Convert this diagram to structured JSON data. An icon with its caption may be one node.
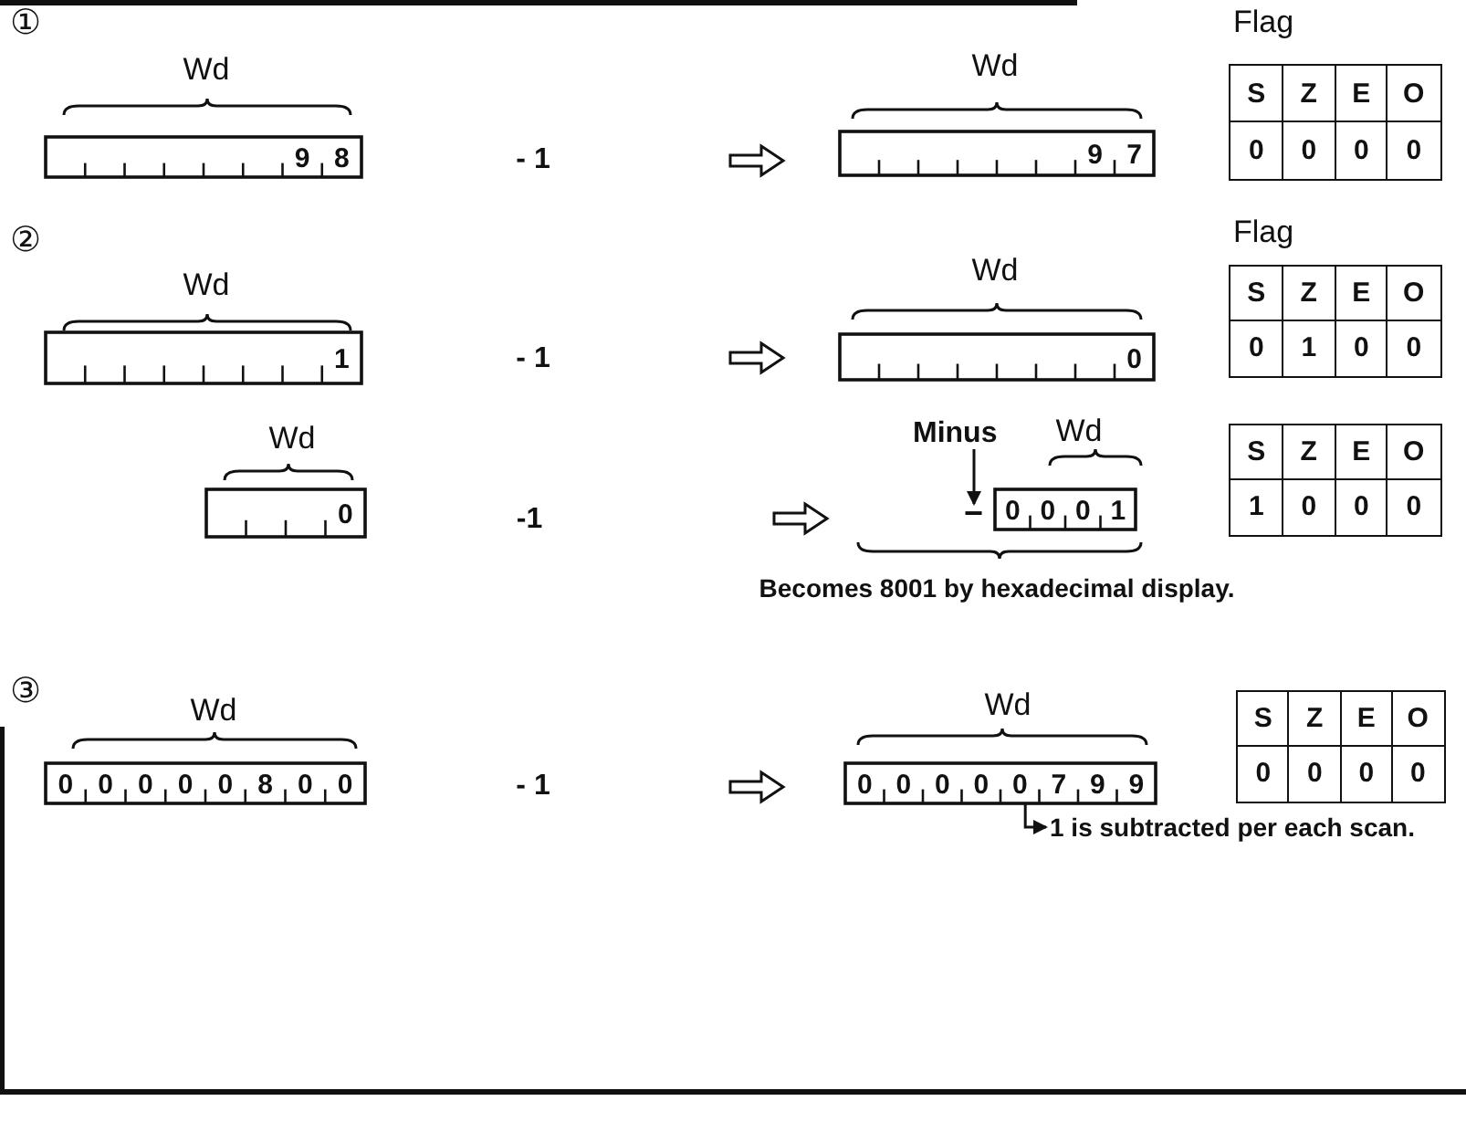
{
  "diagram": {
    "nodes": [
      {
        "text": [
          "Minus"
        ]
      },
      {
        "text": [
          "−"
        ]
      },
      {
        "text": [],
        "shape": "box"
      },
      {
        "text": [
          "1 is subtracted per each scan."
        ]
      }
    ],
    "edges": [
      {
        "from": 0,
        "to": 1,
        "arrow": "to"
      },
      {
        "from": 2,
        "to": 3,
        "arrow": "to"
      }
    ],
    "labels": [
      "①",
      "Wd",
      "9",
      "8",
      "- 1",
      "Wd",
      "Flag",
      "S",
      "Z",
      "E",
      "O",
      "9",
      "7",
      "0",
      "0",
      "0",
      "0",
      "②",
      "Wd",
      "Wd",
      "Flag",
      "S",
      "Z",
      "E",
      "O",
      "1",
      "- 1",
      "0",
      "0",
      "1",
      "0",
      "0",
      "Wd",
      "Wd",
      "S",
      "Z",
      "E",
      "O",
      "0",
      "-1",
      "0",
      "0",
      "0",
      "1",
      "1",
      "0",
      "0",
      "0",
      "Becomes 8001 by hexadecimal display.",
      "③",
      "Wd",
      "Wd",
      "S",
      "Z",
      "E",
      "O",
      "0",
      "0",
      "0",
      "0",
      "0",
      "8",
      "0",
      "0",
      "- 1",
      "0",
      "0",
      "0",
      "0",
      "0",
      "7",
      "9",
      "9",
      "0",
      "0",
      "0",
      "0"
    ]
  }
}
